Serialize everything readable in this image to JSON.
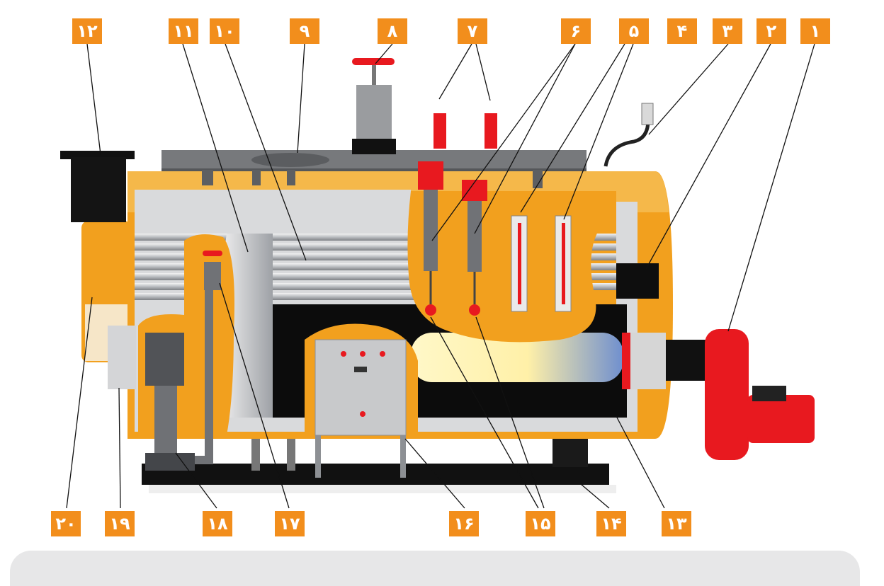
{
  "labels": {
    "n1": "۱",
    "n2": "۲",
    "n3": "۳",
    "n4": "۴",
    "n5": "۵",
    "n6": "۶",
    "n7": "۷",
    "n8": "۸",
    "n9": "۹",
    "n10": "۱۰",
    "n11": "۱۱",
    "n12": "۱۲",
    "n13": "۱۳",
    "n14": "۱۴",
    "n15": "۱۵",
    "n16": "۱۶",
    "n17": "۱۷",
    "n18": "۱۸",
    "n19": "۱۹",
    "n20": "۲۰"
  },
  "colors": {
    "badge": "#f28e1c",
    "shell": "#f2a01e",
    "flame": "#fff3b0",
    "burner": "#e8191f",
    "steel": "#8d9094",
    "base": "#111111"
  }
}
